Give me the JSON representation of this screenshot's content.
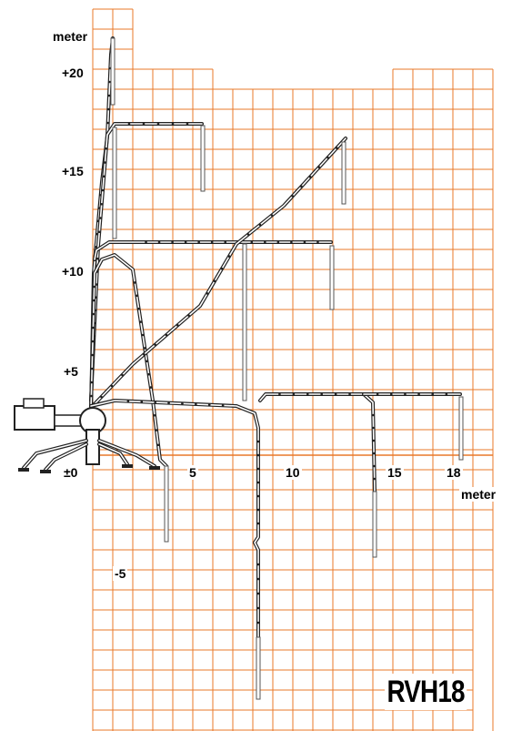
{
  "diagram": {
    "unit_label_y": "meter",
    "unit_label_x": "meter",
    "model_name": "RVH18",
    "grid_color": "#e8782a",
    "boom_color": "#222222",
    "y_tick_labels": [
      "+20",
      "+15",
      "+10",
      "+5",
      "±0",
      "-5"
    ],
    "x_tick_labels": [
      "5",
      "10",
      "15",
      "18"
    ]
  }
}
